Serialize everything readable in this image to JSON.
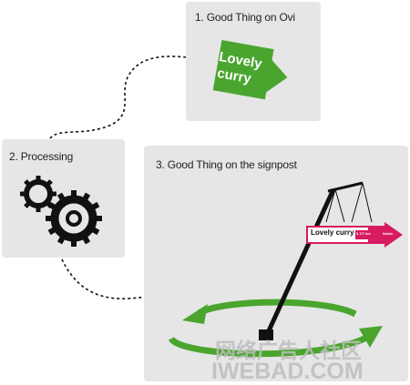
{
  "steps": [
    {
      "title": "1. Good Thing on Ovi"
    },
    {
      "title": "2. Processing"
    },
    {
      "title": "3. Good Thing on the signpost"
    }
  ],
  "ovi_sign": {
    "line1": "Lovely",
    "line2": "curry",
    "color": "#4aa52e"
  },
  "signpost_sign": {
    "title": "Lovely curry",
    "badge": "3.7/7 km",
    "tag": "Nokia",
    "color": "#d81b60"
  },
  "accent_green": "#4aa52e",
  "watermark": {
    "line1": "网络广告人社区",
    "line2": "IWEBAD.COM"
  }
}
